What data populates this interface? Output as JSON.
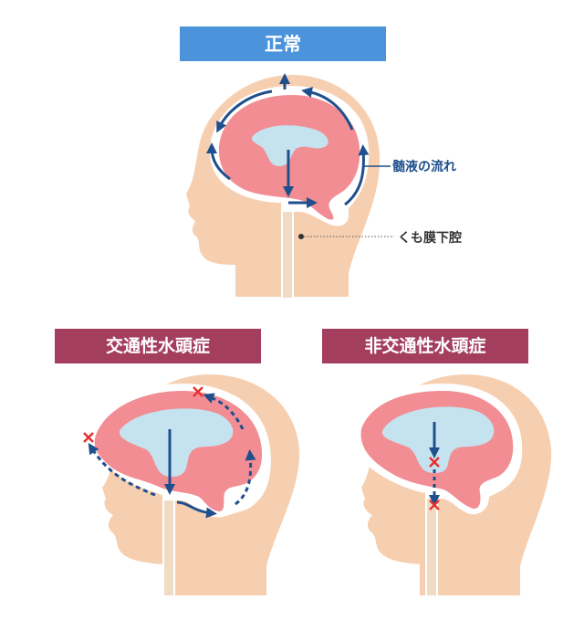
{
  "titles": {
    "normal": "正常",
    "communicating": "交通性水頭症",
    "noncommunicating": "非交通性水頭症"
  },
  "labels": {
    "csf_flow": "髄液の流れ",
    "subarachnoid": "くも膜下腔"
  },
  "colors": {
    "title_blue": "#4b93db",
    "title_maroon": "#a43e5e",
    "skin": "#f6cfb0",
    "brain": "#f28d94",
    "ventricle": "#c5e3ef",
    "flow_arrow": "#1f4f8c",
    "block_mark": "#e8302f"
  }
}
